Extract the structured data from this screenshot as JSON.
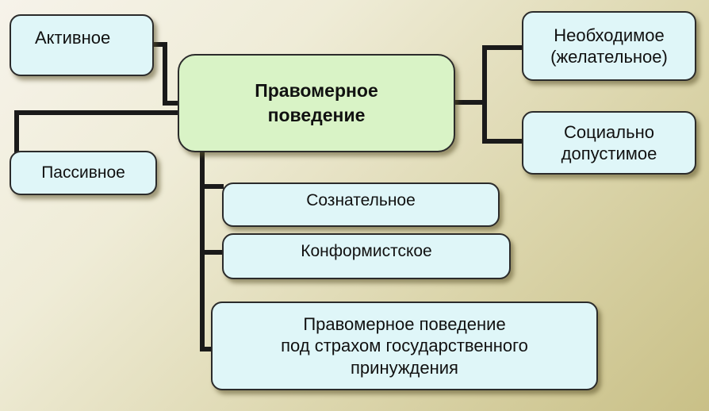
{
  "diagram": {
    "center": {
      "label": "Правомерное\nповедение"
    },
    "nodes": {
      "active": {
        "label": "Активное"
      },
      "passive": {
        "label": "Пассивное"
      },
      "necessary": {
        "label": "Необходимое\n(желательное)"
      },
      "socially_acceptable": {
        "label": "Социально\nдопустимое"
      },
      "conscious": {
        "label": "Сознательное"
      },
      "conformist": {
        "label": "Конформистское"
      },
      "coerced": {
        "label": "Правомерное поведение\nпод страхом государственного\nпринуждения"
      }
    },
    "colors": {
      "center_fill": "#d9f3c6",
      "node_fill": "#dff6f8",
      "border": "#2b2b2b",
      "connector": "#1a1a1a"
    }
  }
}
